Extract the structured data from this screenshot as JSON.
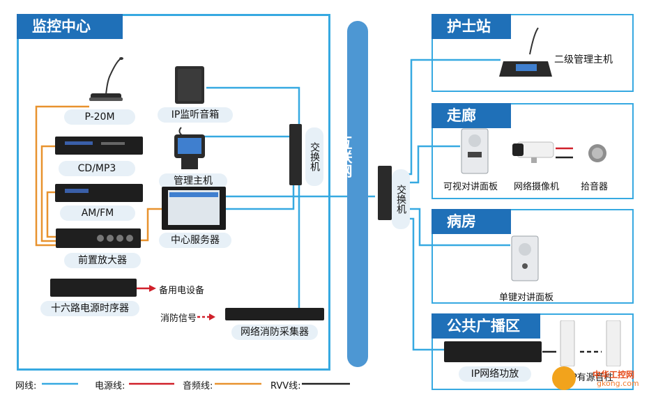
{
  "areas": {
    "monitor_center": "监控中心",
    "nurse_station": "护士站",
    "corridor": "走廊",
    "ward": "病房",
    "public_area": "公共广播区"
  },
  "internet_label": "互联网",
  "switch_label": "交换机",
  "devices": {
    "p20m": "P-20M",
    "ip_speaker": "IP监听音箱",
    "cd_mp3": "CD/MP3",
    "management_host": "管理主机",
    "am_fm": "AM/FM",
    "central_server": "中心服务器",
    "preamp": "前置放大器",
    "power_sequencer": "十六路电源时序器",
    "backup_device": "备用电设备",
    "fire_signal": "消防信号",
    "fire_collector": "网络消防采集器",
    "secondary_host": "二级管理主机",
    "video_intercom": "可视对讲面板",
    "network_camera": "网络摄像机",
    "pickup": "拾音器",
    "single_key_intercom": "单键对讲面板",
    "ip_amplifier": "IP网络功放",
    "ip_speaker_column": "IP有源音柱"
  },
  "legend": [
    {
      "label": "网线:",
      "color": "#36a9e1"
    },
    {
      "label": "电源线:",
      "color": "#d0202a"
    },
    {
      "label": "音频线:",
      "color": "#e8922e"
    },
    {
      "label": "RVV线:",
      "color": "#222222"
    }
  ],
  "watermark": {
    "text1": "中华工控网",
    "text2": "gkong.com"
  },
  "colors": {
    "network": "#36a9e1",
    "power": "#d0202a",
    "audio": "#e8922e",
    "rvv": "#222222",
    "title_bg": "#1f70b8"
  }
}
